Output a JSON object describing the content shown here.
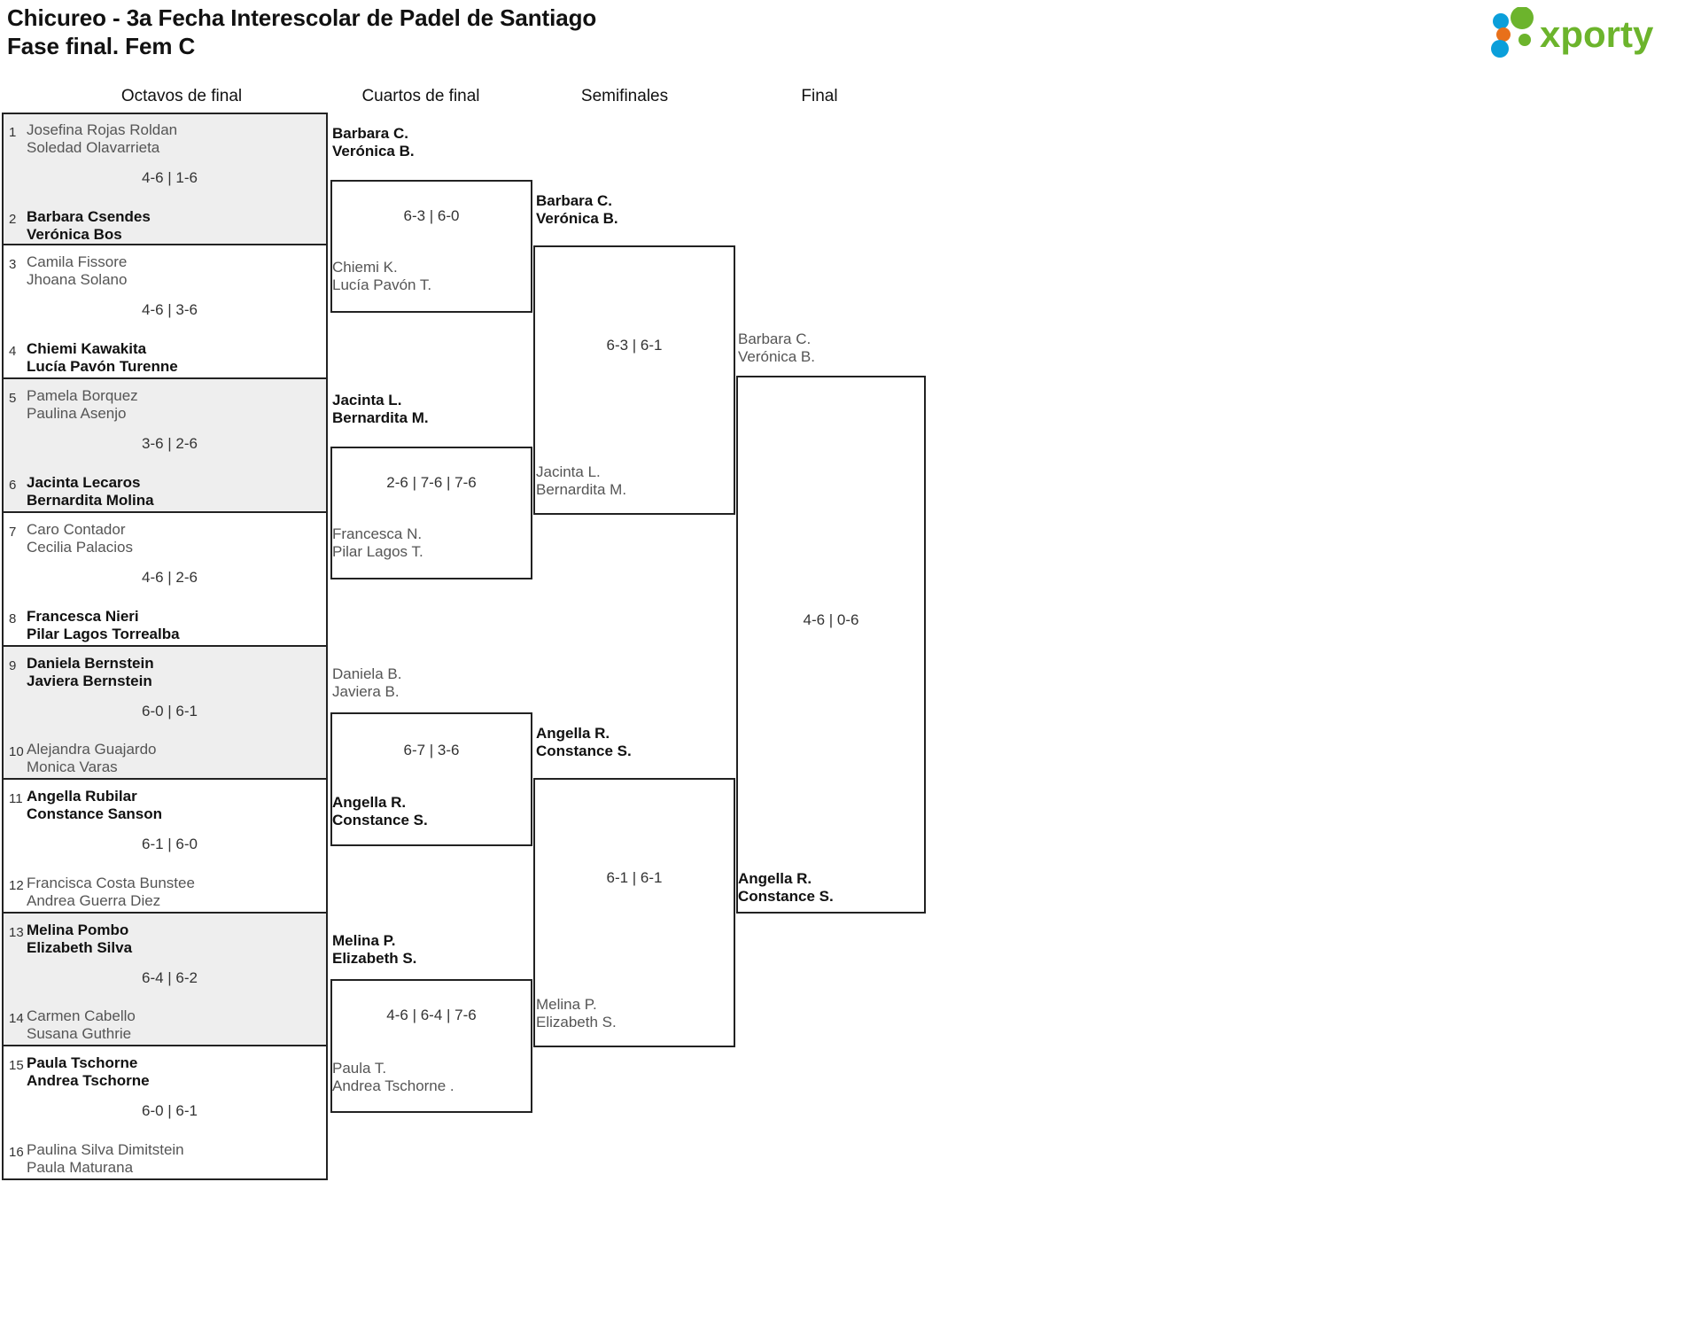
{
  "header": {
    "title_line1": "Chicureo - 3a Fecha Interescolar de Padel de Santiago",
    "title_line2": "Fase final. Fem C",
    "logo_text": "xporty",
    "logo_colors": {
      "green": "#6cb42c",
      "blue": "#0b9fda",
      "orange": "#e8701a"
    }
  },
  "rounds": [
    {
      "id": "r16",
      "label": "Octavos de final"
    },
    {
      "id": "qf",
      "label": "Cuartos de final"
    },
    {
      "id": "sf",
      "label": "Semifinales"
    },
    {
      "id": "f",
      "label": "Final"
    }
  ],
  "round16": [
    {
      "seed_top": "1",
      "seed_bottom": "2",
      "top": {
        "p1": "Josefina Rojas Roldan",
        "p2": "Soledad Olavarrieta",
        "winner": false
      },
      "bottom": {
        "p1": "Barbara Csendes",
        "p2": "Verónica Bos",
        "winner": true
      },
      "score": "4-6 | 1-6"
    },
    {
      "seed_top": "3",
      "seed_bottom": "4",
      "top": {
        "p1": "Camila Fissore",
        "p2": "Jhoana Solano",
        "winner": false
      },
      "bottom": {
        "p1": "Chiemi Kawakita",
        "p2": "Lucía Pavón Turenne",
        "winner": true
      },
      "score": "4-6 | 3-6"
    },
    {
      "seed_top": "5",
      "seed_bottom": "6",
      "top": {
        "p1": "Pamela Borquez",
        "p2": "Paulina Asenjo",
        "winner": false
      },
      "bottom": {
        "p1": "Jacinta Lecaros",
        "p2": "Bernardita Molina",
        "winner": true
      },
      "score": "3-6 | 2-6"
    },
    {
      "seed_top": "7",
      "seed_bottom": "8",
      "top": {
        "p1": "Caro Contador",
        "p2": "Cecilia Palacios",
        "winner": false
      },
      "bottom": {
        "p1": "Francesca Nieri",
        "p2": "Pilar Lagos Torrealba",
        "winner": true
      },
      "score": "4-6 | 2-6"
    },
    {
      "seed_top": "9",
      "seed_bottom": "10",
      "top": {
        "p1": "Daniela Bernstein",
        "p2": "Javiera Bernstein",
        "winner": true
      },
      "bottom": {
        "p1": "Alejandra Guajardo",
        "p2": "Monica Varas",
        "winner": false
      },
      "score": "6-0 | 6-1"
    },
    {
      "seed_top": "11",
      "seed_bottom": "12",
      "top": {
        "p1": "Angella Rubilar",
        "p2": "Constance Sanson",
        "winner": true
      },
      "bottom": {
        "p1": "Francisca Costa Bunstee",
        "p2": "Andrea Guerra Diez",
        "winner": false
      },
      "score": "6-1 | 6-0"
    },
    {
      "seed_top": "13",
      "seed_bottom": "14",
      "top": {
        "p1": "Melina Pombo",
        "p2": "Elizabeth Silva",
        "winner": true
      },
      "bottom": {
        "p1": "Carmen Cabello",
        "p2": "Susana Guthrie",
        "winner": false
      },
      "score": "6-4 | 6-2"
    },
    {
      "seed_top": "15",
      "seed_bottom": "16",
      "top": {
        "p1": "Paula Tschorne",
        "p2": "Andrea Tschorne",
        "winner": true
      },
      "bottom": {
        "p1": "Paulina Silva Dimitstein",
        "p2": "Paula Maturana",
        "winner": false
      },
      "score": "6-0 | 6-1"
    }
  ],
  "quarterfinals": [
    {
      "top": {
        "p1": "Barbara C.",
        "p2": "Verónica B.",
        "winner": true
      },
      "bottom": {
        "p1": "Chiemi K.",
        "p2": "Lucía Pavón T.",
        "winner": false
      },
      "score": "6-3 | 6-0"
    },
    {
      "top": {
        "p1": "Jacinta L.",
        "p2": "Bernardita M.",
        "winner": true
      },
      "bottom": {
        "p1": "Francesca N.",
        "p2": "Pilar Lagos T.",
        "winner": false
      },
      "score": "2-6 | 7-6 | 7-6"
    },
    {
      "top": {
        "p1": "Daniela B.",
        "p2": "Javiera B.",
        "winner": false
      },
      "bottom": {
        "p1": "Angella R.",
        "p2": "Constance S.",
        "winner": true
      },
      "score": "6-7 | 3-6"
    },
    {
      "top": {
        "p1": "Melina P.",
        "p2": "Elizabeth S.",
        "winner": true
      },
      "bottom": {
        "p1": "Paula T.",
        "p2": "Andrea Tschorne .",
        "winner": false
      },
      "score": "4-6 | 6-4 | 7-6"
    }
  ],
  "semifinals": [
    {
      "top": {
        "p1": "Barbara C.",
        "p2": "Verónica B.",
        "winner": true
      },
      "bottom": {
        "p1": "Jacinta L.",
        "p2": "Bernardita M.",
        "winner": false
      },
      "score": "6-3 | 6-1"
    },
    {
      "top": {
        "p1": "Angella R.",
        "p2": "Constance S.",
        "winner": true
      },
      "bottom": {
        "p1": "Melina P.",
        "p2": "Elizabeth S.",
        "winner": false
      },
      "score": "6-1 | 6-1"
    }
  ],
  "final": [
    {
      "top": {
        "p1": "Barbara C.",
        "p2": "Verónica B.",
        "winner": false
      },
      "bottom": {
        "p1": "Angella R.",
        "p2": "Constance S.",
        "winner": true
      },
      "score": "4-6 | 0-6"
    }
  ],
  "champion": {
    "p1": "Angella R.",
    "p2": "Constance S."
  }
}
